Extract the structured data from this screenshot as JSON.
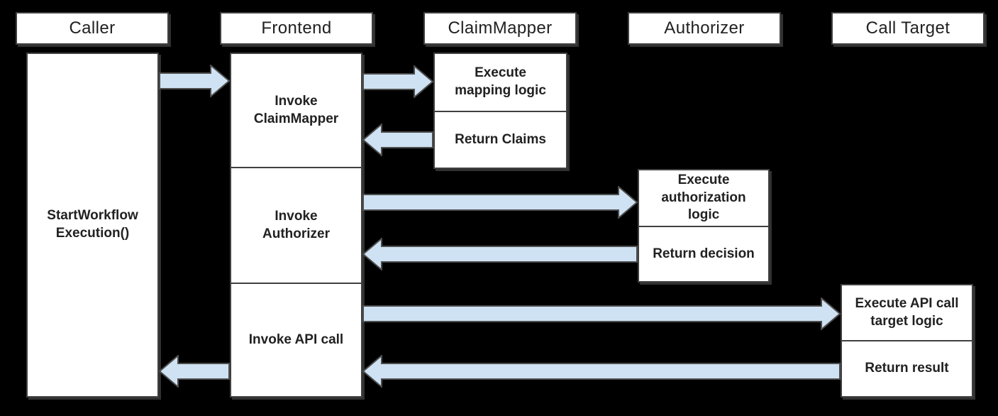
{
  "diagram": {
    "type": "sequence-diagram",
    "colors": {
      "background": "#000000",
      "box_fill": "#ffffff",
      "box_border": "#404040",
      "text": "#212121",
      "arrow_fill": "#cfe2f3",
      "arrow_border": "#4d4d4d"
    },
    "columns": {
      "caller": {
        "header": "Caller",
        "activation": "StartWorkflow\nExecution()"
      },
      "frontend": {
        "header": "Frontend",
        "steps": {
          "invoke_claim_mapper": "Invoke\nClaimMapper",
          "invoke_authorizer": "Invoke\nAuthorizer",
          "invoke_api_call": "Invoke API call"
        }
      },
      "claim_mapper": {
        "header": "ClaimMapper",
        "steps": {
          "execute": "Execute\nmapping logic",
          "return": "Return Claims"
        }
      },
      "authorizer": {
        "header": "Authorizer",
        "steps": {
          "execute": "Execute\nauthorization\nlogic",
          "return": "Return decision"
        }
      },
      "call_target": {
        "header": "Call Target",
        "steps": {
          "execute": "Execute API call\ntarget logic",
          "return": "Return result"
        }
      }
    },
    "flows": [
      {
        "from": "Caller",
        "to": "Frontend"
      },
      {
        "from": "Frontend",
        "to": "ClaimMapper"
      },
      {
        "from": "ClaimMapper",
        "to": "Frontend"
      },
      {
        "from": "Frontend",
        "to": "Authorizer"
      },
      {
        "from": "Authorizer",
        "to": "Frontend"
      },
      {
        "from": "Frontend",
        "to": "Call Target"
      },
      {
        "from": "Call Target",
        "to": "Frontend"
      },
      {
        "from": "Frontend",
        "to": "Caller"
      }
    ]
  }
}
